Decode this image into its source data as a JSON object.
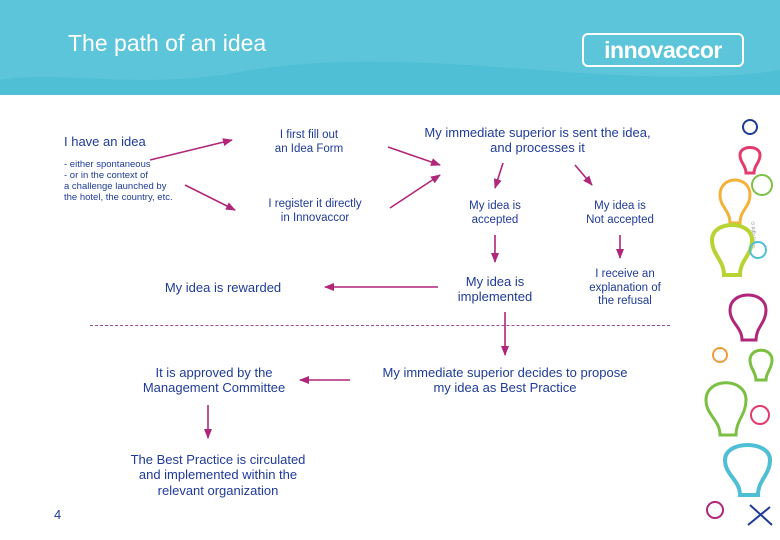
{
  "header": {
    "title": "The path of an idea",
    "logo_text": "innovaccor",
    "accent_color": "#4fbfd6"
  },
  "nodes": {
    "have_idea": "I have an idea",
    "have_idea_detail": "- either spontaneous\n- or in the context of\na challenge launched by\nthe hotel, the country, etc.",
    "fill_form": "I first fill out\nan Idea Form",
    "register_direct": "I register it directly\nin Innovaccor",
    "superior_processes": "My immediate superior is sent the idea,\nand processes it",
    "accepted": "My idea is\naccepted",
    "not_accepted": "My idea is\nNot accepted",
    "implemented": "My idea is\nimplemented",
    "refusal": "I receive an\nexplanation of\nthe refusal",
    "rewarded": "My idea is rewarded",
    "propose_best_practice": "My immediate superior decides to propose\nmy idea as Best Practice",
    "approved": "It is approved by the\nManagement Committee",
    "circulated": "The Best Practice is circulated\nand implemented within the\nrelevant organization"
  },
  "footer": {
    "page_number": "4",
    "copyright": "Copyright ©"
  },
  "colors": {
    "text": "#1f3b99",
    "arrow": "#b0267a",
    "dashed_line": "#9a4d8f"
  },
  "icons": [
    "lightbulb-icon"
  ]
}
